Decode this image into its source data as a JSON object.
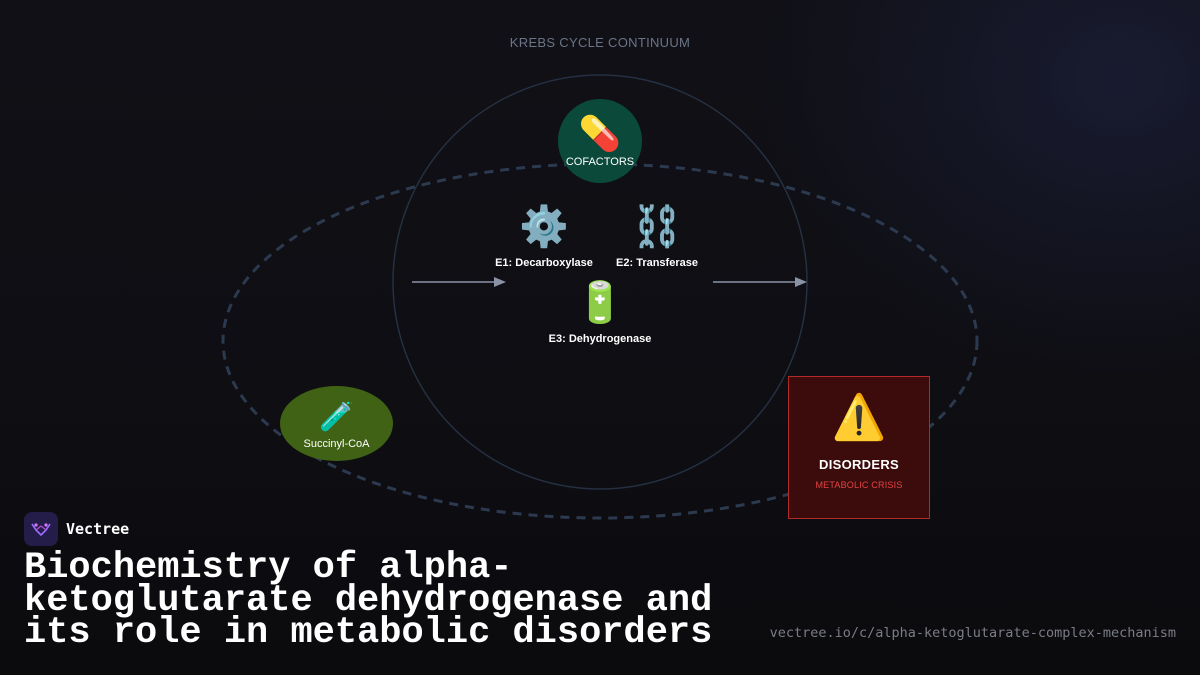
{
  "diagram": {
    "top_label": "KREBS CYCLE CONTINUUM",
    "cofactors": {
      "icon": "pill-icon",
      "glyph": "💊",
      "label": "COFACTORS"
    },
    "enzymes": [
      {
        "icon": "gear-icon",
        "glyph": "⚙️",
        "label": "E1: Decarboxylase"
      },
      {
        "icon": "chain-link-icon",
        "glyph": "⛓️",
        "label": "E2: Transferase"
      },
      {
        "icon": "battery-icon",
        "glyph": "🔋",
        "label": "E3: Dehydrogenase"
      }
    ],
    "substrate": {
      "icon": "test-tube-icon",
      "glyph": "🧪",
      "label": "Succinyl-CoA"
    },
    "disorders": {
      "icon": "warning-icon",
      "glyph": "⚠️",
      "title": "DISORDERS",
      "subtitle": "METABOLIC CRISIS"
    }
  },
  "brand": {
    "name": "Vectree"
  },
  "headline": "Biochemistry of alpha-ketoglutarate dehydrogenase and its role in metabolic disorders",
  "url": "vectree.io/c/alpha-ketoglutarate-complex-mechanism",
  "colors": {
    "background": "#0e0e12",
    "cofactors_fill": "#0b4a3a",
    "substrate_fill": "#3f6214",
    "disorders_fill": "#3c0c0c",
    "disorders_border": "#b02a2a",
    "disorders_subtitle": "#e24343",
    "ring_stroke": "#253042",
    "arrow": "#8a93a6"
  }
}
